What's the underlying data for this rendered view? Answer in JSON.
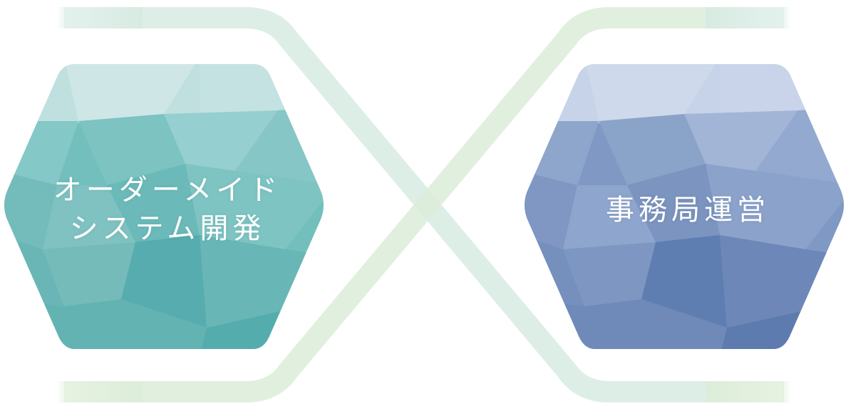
{
  "left_hexagon": {
    "line1": "オーダーメイド",
    "line2": "システム開発",
    "color": "#6fbcbc"
  },
  "right_hexagon": {
    "label": "事務局運営",
    "color": "#7f97c2"
  },
  "connector": {
    "color": "#d8ece3"
  }
}
